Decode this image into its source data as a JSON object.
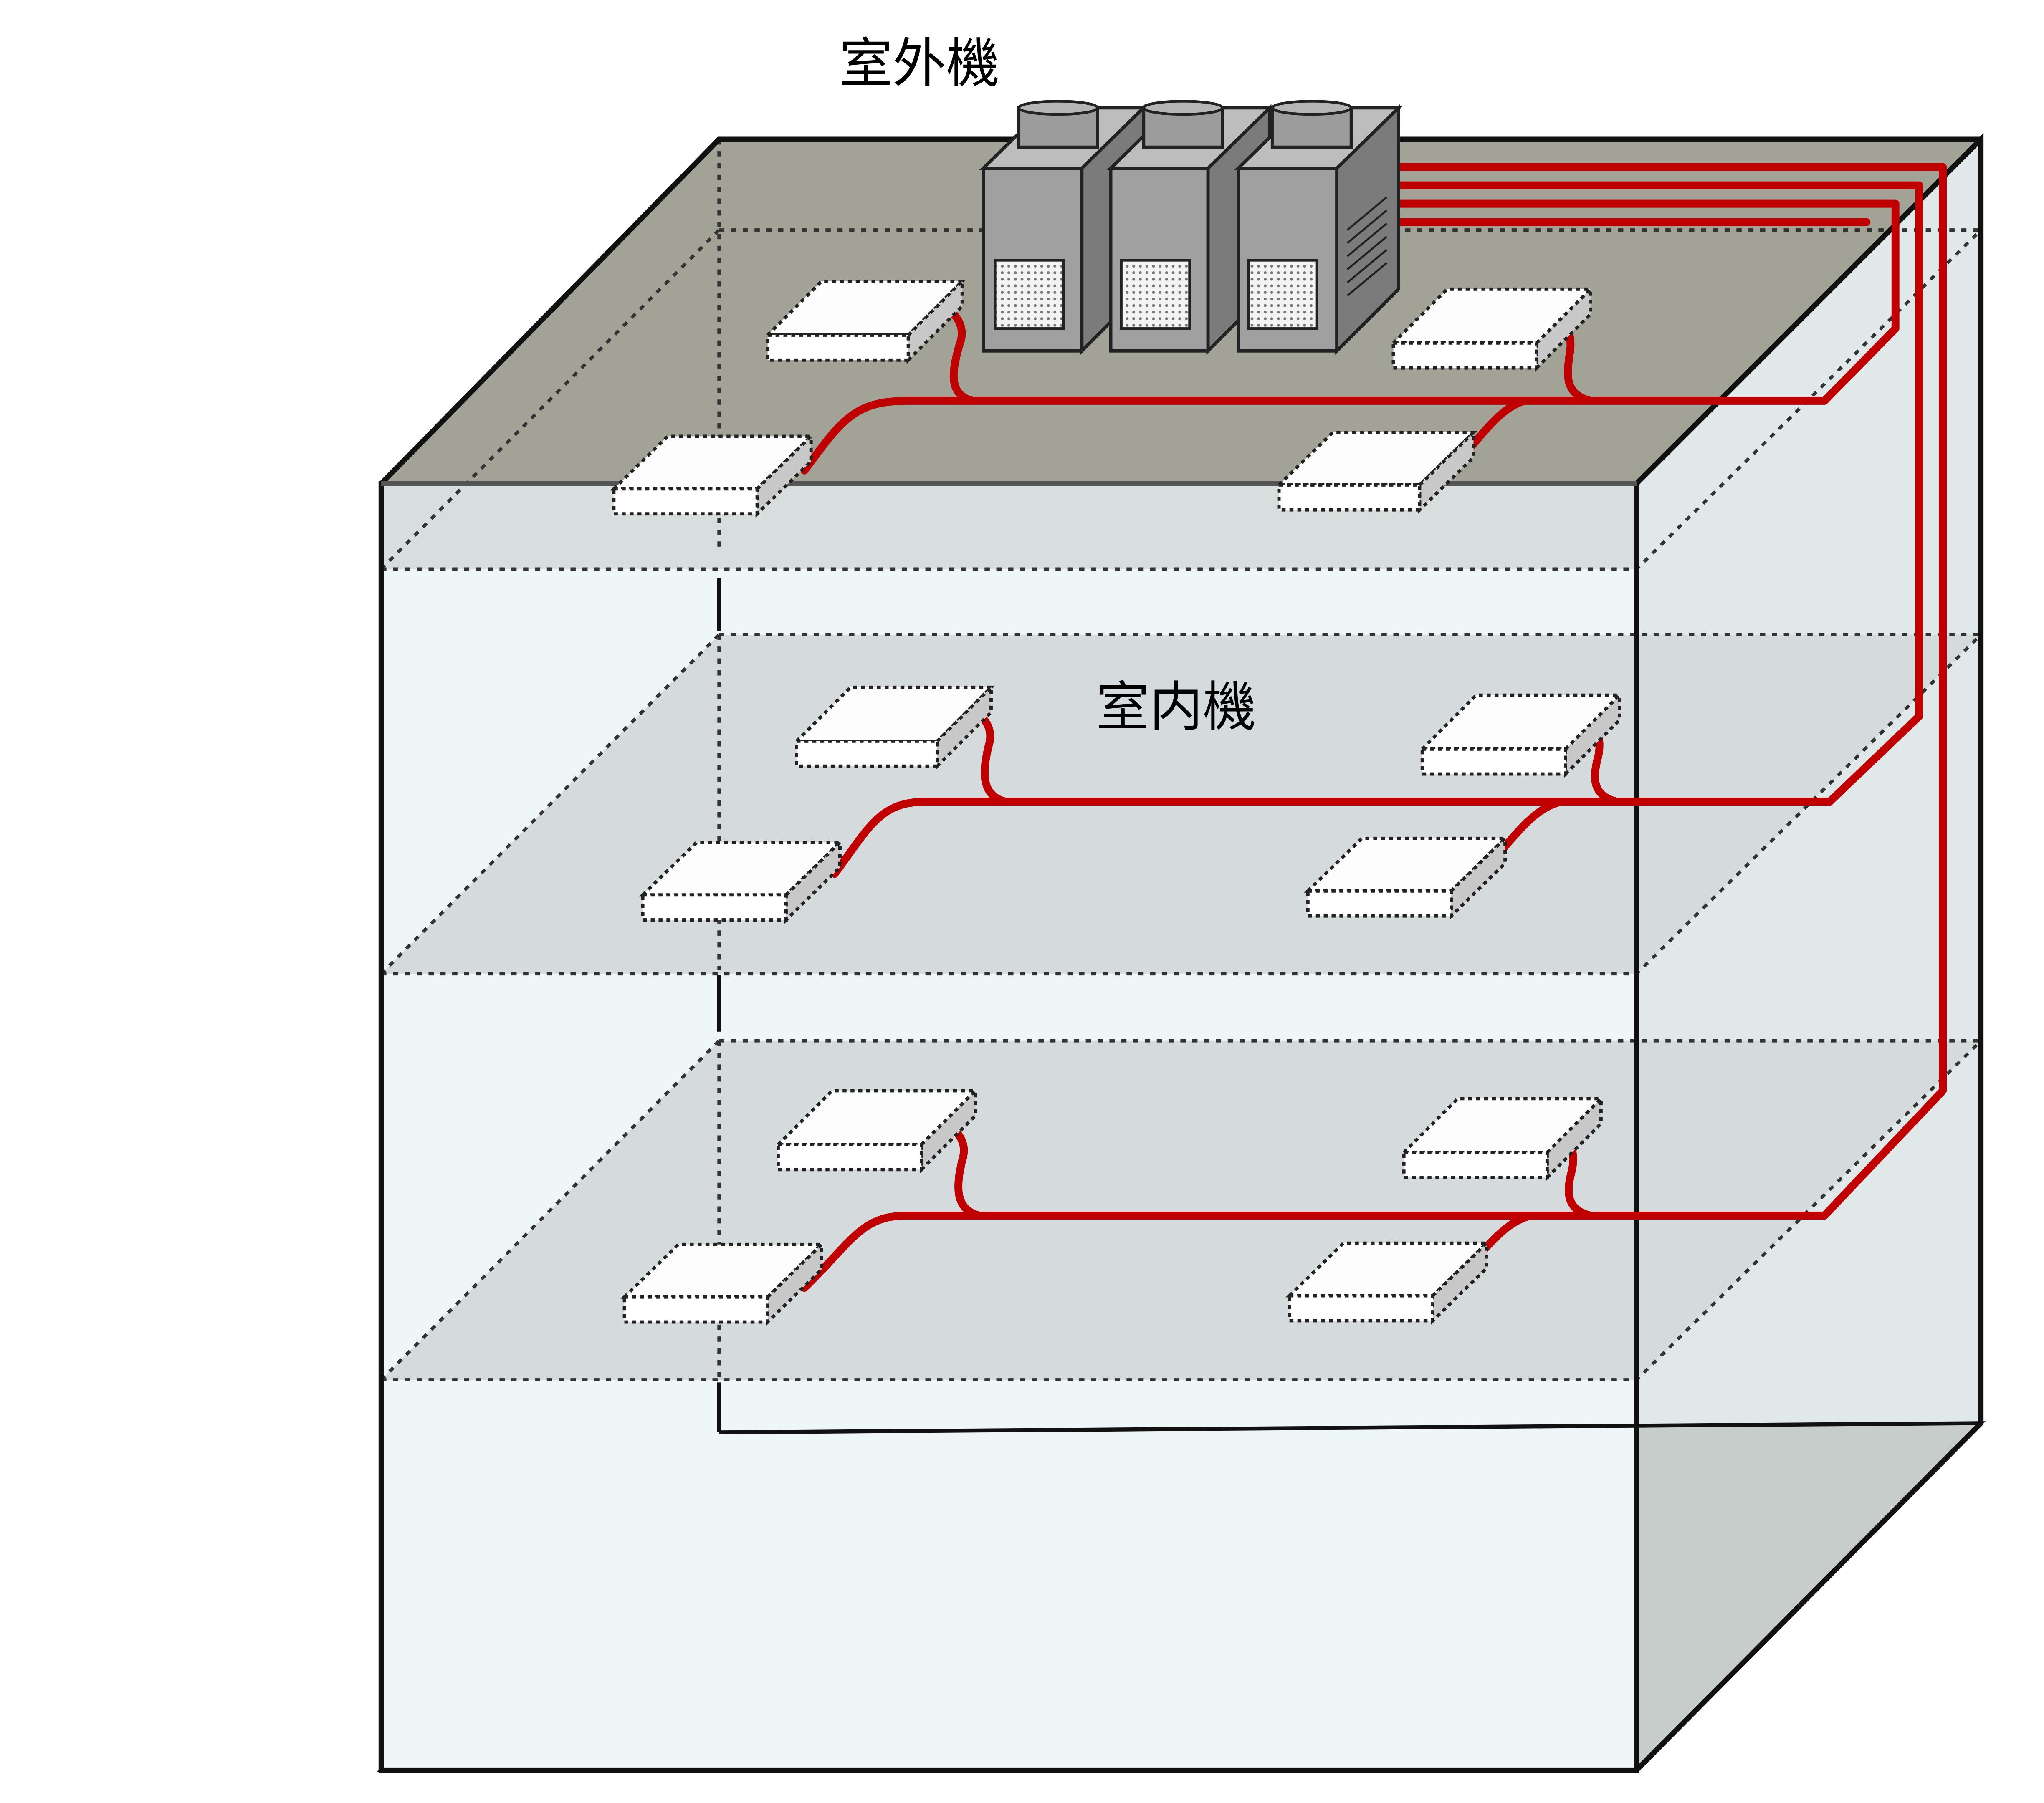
{
  "labels": {
    "outdoor_unit": "室外機",
    "indoor_unit": "室内機"
  },
  "colors": {
    "pipe": "#c00000",
    "roof": "#a2a297",
    "ground": "#7c7b68",
    "floor_slab": "#d3d9da",
    "wall": "#eef6f8",
    "unit_body": "#a0a0a0",
    "indoor_unit": "#ffffff"
  },
  "building": {
    "floors": 3,
    "outdoor_units": 3,
    "indoor_units_per_floor": 4
  }
}
